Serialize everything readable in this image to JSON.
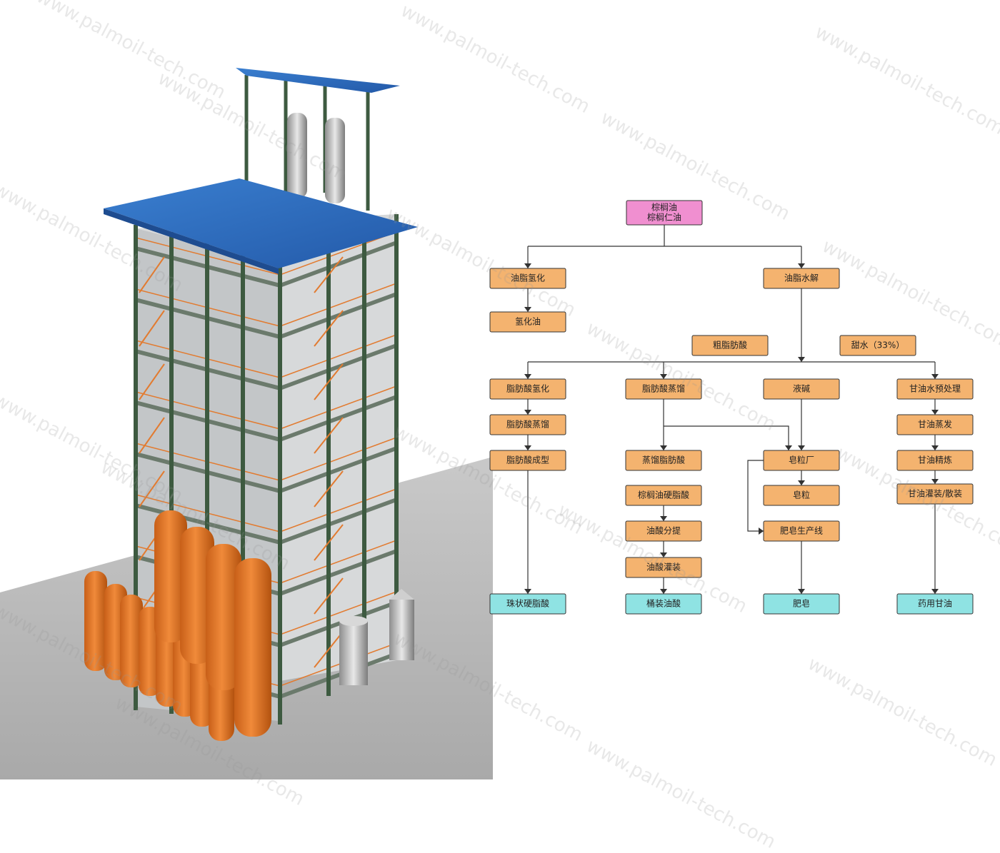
{
  "watermark": "www.palmoil-tech.com",
  "colors": {
    "source": "#f08fd0",
    "process": "#f4b36f",
    "product": "#8fe3e3",
    "edge": "#333333",
    "roof": "#2f6fc0",
    "tank": "#e87a2a",
    "frame": "#3d5a40"
  },
  "nodes": {
    "source": {
      "lines": [
        "棕榈油",
        "棕榈仁油"
      ],
      "kind": "source"
    },
    "hydrog": {
      "lines": [
        "油脂氢化"
      ],
      "kind": "process"
    },
    "hydrolysis": {
      "lines": [
        "油脂水解"
      ],
      "kind": "process"
    },
    "hoil": {
      "lines": [
        "氢化油"
      ],
      "kind": "process"
    },
    "crudefa": {
      "lines": [
        "粗脂肪酸"
      ],
      "kind": "process"
    },
    "sweetwater": {
      "lines": [
        "甜水（33%）"
      ],
      "kind": "process"
    },
    "fahydro": {
      "lines": [
        "脂肪酸氢化"
      ],
      "kind": "process"
    },
    "fadist": {
      "lines": [
        "脂肪酸蒸馏"
      ],
      "kind": "process"
    },
    "lye": {
      "lines": [
        "液碱"
      ],
      "kind": "process"
    },
    "glypre": {
      "lines": [
        "甘油水预处理"
      ],
      "kind": "process"
    },
    "fadist2": {
      "lines": [
        "脂肪酸蒸馏"
      ],
      "kind": "process"
    },
    "glyevap": {
      "lines": [
        "甘油蒸发"
      ],
      "kind": "process"
    },
    "faform": {
      "lines": [
        "脂肪酸成型"
      ],
      "kind": "process"
    },
    "distfa": {
      "lines": [
        "蒸馏脂肪酸"
      ],
      "kind": "process"
    },
    "soapplant": {
      "lines": [
        "皂粒厂"
      ],
      "kind": "process"
    },
    "glyrefine": {
      "lines": [
        "甘油精炼"
      ],
      "kind": "process"
    },
    "stearic": {
      "lines": [
        "棕榈油硬脂酸"
      ],
      "kind": "process"
    },
    "soapgrain": {
      "lines": [
        "皂粒"
      ],
      "kind": "process"
    },
    "glyfill": {
      "lines": [
        "甘油灌装/散装"
      ],
      "kind": "process"
    },
    "oleicfrac": {
      "lines": [
        "油酸分提"
      ],
      "kind": "process"
    },
    "soapline": {
      "lines": [
        "肥皂生产线"
      ],
      "kind": "process"
    },
    "oleicfill": {
      "lines": [
        "油酸灌装"
      ],
      "kind": "process"
    },
    "beads": {
      "lines": [
        "珠状硬脂酸"
      ],
      "kind": "product"
    },
    "barreloleic": {
      "lines": [
        "桶装油酸"
      ],
      "kind": "product"
    },
    "soap": {
      "lines": [
        "肥皂"
      ],
      "kind": "product"
    },
    "pharmagly": {
      "lines": [
        "药用甘油"
      ],
      "kind": "product"
    }
  }
}
